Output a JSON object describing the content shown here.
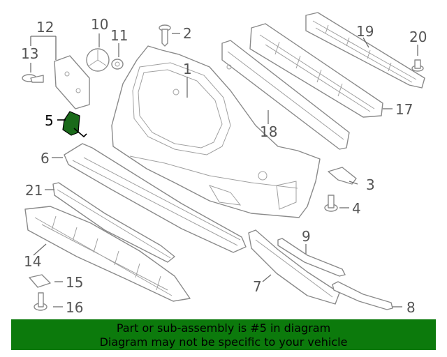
{
  "callouts": {
    "c1": "1",
    "c2": "2",
    "c3": "3",
    "c4": "4",
    "c5": "5",
    "c6": "6",
    "c7": "7",
    "c8": "8",
    "c9": "9",
    "c10": "10",
    "c11": "11",
    "c12": "12",
    "c13": "13",
    "c14": "14",
    "c15": "15",
    "c16": "16",
    "c17": "17",
    "c18": "18",
    "c19": "19",
    "c20": "20",
    "c21": "21"
  },
  "highlighted_part": "5",
  "banner": {
    "line1": "Part or sub-assembly is #5 in diagram",
    "line2": "Diagram may not be specific to your vehicle",
    "background_color": "#0c7a0c"
  },
  "colors": {
    "outline": "#8a8a8a",
    "highlight_part": "#1a6a1a"
  }
}
